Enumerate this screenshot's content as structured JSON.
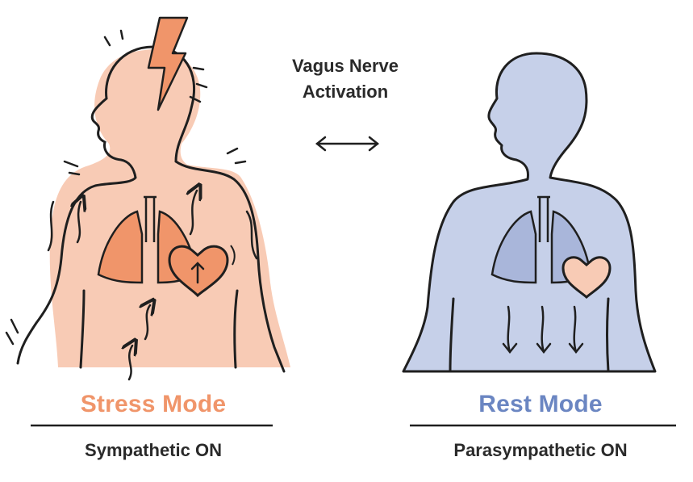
{
  "center": {
    "line1": "Vagus Nerve",
    "line2": "Activation",
    "arrow_icon": "double-arrow-icon"
  },
  "left_panel": {
    "mode_label": "Stress Mode",
    "state_label": "Sympathetic ON",
    "accent_color": "#F0956A",
    "body_color": "#F8CBB5",
    "icons": [
      "lightning-bolt-icon",
      "heart-up-arrow-icon"
    ]
  },
  "right_panel": {
    "mode_label": "Rest Mode",
    "state_label": "Parasympathetic ON",
    "accent_color": "#6B86C2",
    "body_color": "#C6D0E9",
    "icons": [
      "heart-icon",
      "down-arrows-icon"
    ]
  },
  "colors": {
    "outline": "#1f1f1f",
    "stress_text": "#F0956A",
    "rest_text": "#6B86C2"
  }
}
